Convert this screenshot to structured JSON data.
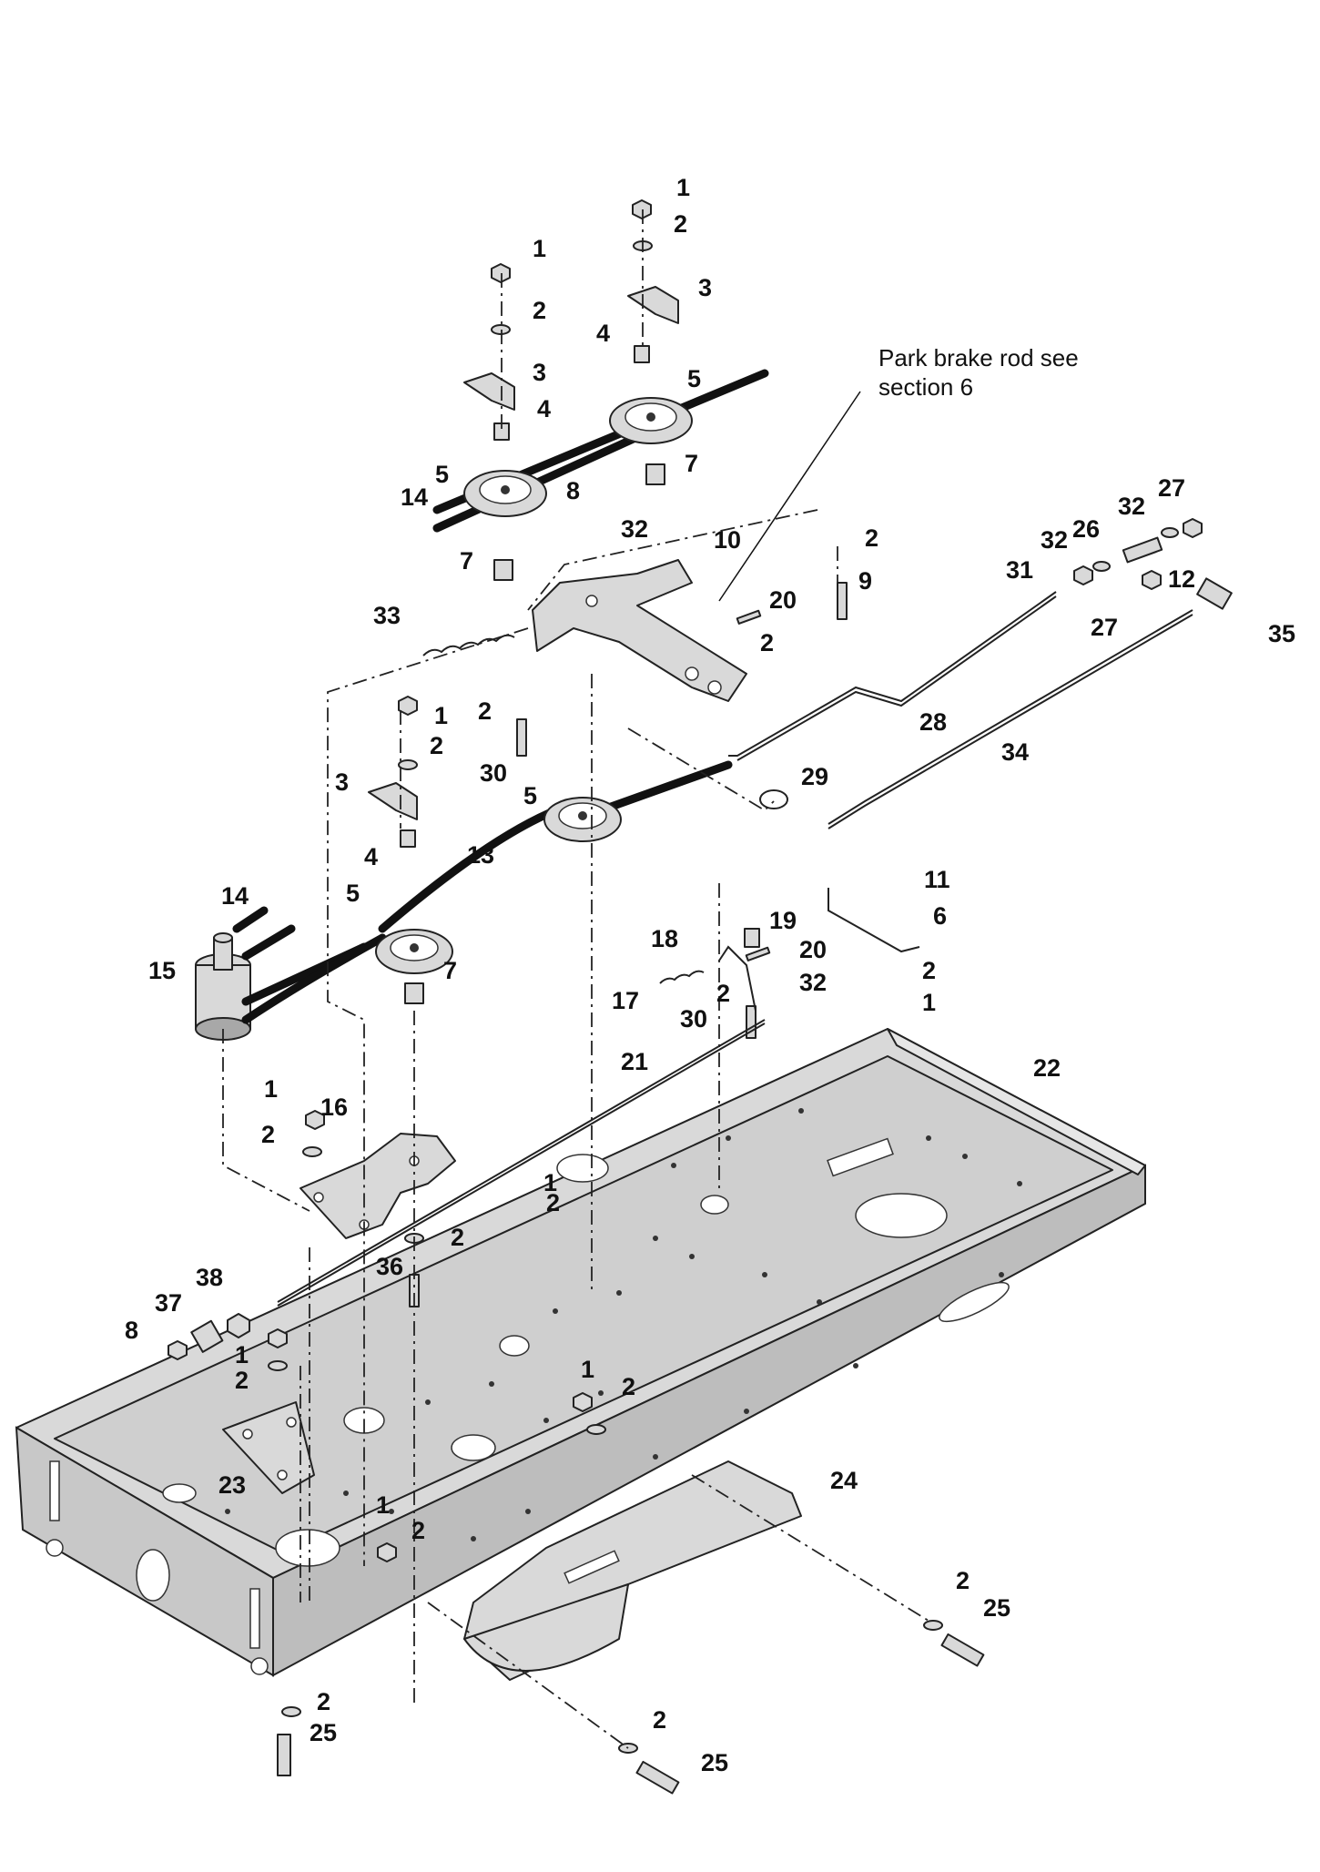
{
  "note": {
    "line1": "Park brake rod see",
    "line2": "section 6"
  },
  "callouts": [
    {
      "id": "c1a",
      "text": "1"
    },
    {
      "id": "c2a",
      "text": "2"
    },
    {
      "id": "c3a",
      "text": "3"
    },
    {
      "id": "c4a",
      "text": "4"
    },
    {
      "id": "c5a",
      "text": "5"
    },
    {
      "id": "c7a",
      "text": "7"
    },
    {
      "id": "c1b",
      "text": "1"
    },
    {
      "id": "c2b",
      "text": "2"
    },
    {
      "id": "c3b",
      "text": "3"
    },
    {
      "id": "c4b",
      "text": "4"
    },
    {
      "id": "c5b",
      "text": "5"
    },
    {
      "id": "c14a",
      "text": "14"
    },
    {
      "id": "c7b",
      "text": "7"
    },
    {
      "id": "c8a",
      "text": "8"
    },
    {
      "id": "c32a",
      "text": "32"
    },
    {
      "id": "c10",
      "text": "10"
    },
    {
      "id": "c2c",
      "text": "2"
    },
    {
      "id": "c9",
      "text": "9"
    },
    {
      "id": "c20a",
      "text": "20"
    },
    {
      "id": "c2d",
      "text": "2"
    },
    {
      "id": "c33",
      "text": "33"
    },
    {
      "id": "c27a",
      "text": "27"
    },
    {
      "id": "c32b",
      "text": "32"
    },
    {
      "id": "c32c",
      "text": "32"
    },
    {
      "id": "c26",
      "text": "26"
    },
    {
      "id": "c31",
      "text": "31"
    },
    {
      "id": "c12",
      "text": "12"
    },
    {
      "id": "c27b",
      "text": "27"
    },
    {
      "id": "c35",
      "text": "35"
    },
    {
      "id": "c2e",
      "text": "2"
    },
    {
      "id": "c1c",
      "text": "1"
    },
    {
      "id": "c2f",
      "text": "2"
    },
    {
      "id": "c30a",
      "text": "30"
    },
    {
      "id": "c28",
      "text": "28"
    },
    {
      "id": "c34",
      "text": "34"
    },
    {
      "id": "c3c",
      "text": "3"
    },
    {
      "id": "c29",
      "text": "29"
    },
    {
      "id": "c5c",
      "text": "5"
    },
    {
      "id": "c4c",
      "text": "4"
    },
    {
      "id": "c13",
      "text": "13"
    },
    {
      "id": "c14b",
      "text": "14"
    },
    {
      "id": "c5d",
      "text": "5"
    },
    {
      "id": "c15",
      "text": "15"
    },
    {
      "id": "c7c",
      "text": "7"
    },
    {
      "id": "c11",
      "text": "11"
    },
    {
      "id": "c6",
      "text": "6"
    },
    {
      "id": "c18",
      "text": "18"
    },
    {
      "id": "c19",
      "text": "19"
    },
    {
      "id": "c20b",
      "text": "20"
    },
    {
      "id": "c32d",
      "text": "32"
    },
    {
      "id": "c2g",
      "text": "2"
    },
    {
      "id": "c1d",
      "text": "1"
    },
    {
      "id": "c17",
      "text": "17"
    },
    {
      "id": "c2h",
      "text": "2"
    },
    {
      "id": "c30b",
      "text": "30"
    },
    {
      "id": "c21",
      "text": "21"
    },
    {
      "id": "c22",
      "text": "22"
    },
    {
      "id": "c1e",
      "text": "1"
    },
    {
      "id": "c16",
      "text": "16"
    },
    {
      "id": "c2i",
      "text": "2"
    },
    {
      "id": "c1f",
      "text": "1"
    },
    {
      "id": "c2j",
      "text": "2"
    },
    {
      "id": "c2k",
      "text": "2"
    },
    {
      "id": "c36",
      "text": "36"
    },
    {
      "id": "c38",
      "text": "38"
    },
    {
      "id": "c37",
      "text": "37"
    },
    {
      "id": "c8b",
      "text": "8"
    },
    {
      "id": "c1g",
      "text": "1"
    },
    {
      "id": "c2l",
      "text": "2"
    },
    {
      "id": "c1h",
      "text": "1"
    },
    {
      "id": "c2m",
      "text": "2"
    },
    {
      "id": "c23",
      "text": "23"
    },
    {
      "id": "c24",
      "text": "24"
    },
    {
      "id": "c1i",
      "text": "1"
    },
    {
      "id": "c2n",
      "text": "2"
    },
    {
      "id": "c2o",
      "text": "2"
    },
    {
      "id": "c25a",
      "text": "25"
    },
    {
      "id": "c2p",
      "text": "2"
    },
    {
      "id": "c25b",
      "text": "25"
    },
    {
      "id": "c2q",
      "text": "2"
    },
    {
      "id": "c25c",
      "text": "25"
    }
  ]
}
